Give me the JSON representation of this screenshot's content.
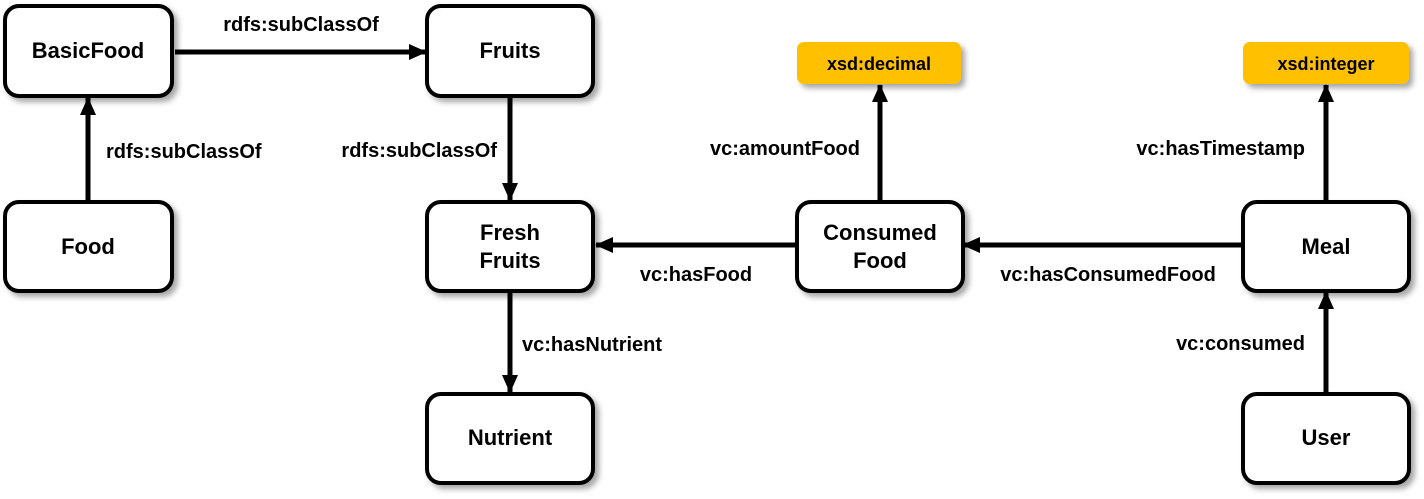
{
  "colors": {
    "node_fill": "#ffffff",
    "node_stroke": "#000000",
    "literal_fill": "#ffc000",
    "edge": "#000000"
  },
  "nodes": {
    "basicfood": {
      "lines": [
        "BasicFood"
      ]
    },
    "fruits": {
      "lines": [
        "Fruits"
      ]
    },
    "food": {
      "lines": [
        "Food"
      ]
    },
    "freshfruits": {
      "lines": [
        "Fresh",
        "Fruits"
      ]
    },
    "nutrient": {
      "lines": [
        "Nutrient"
      ]
    },
    "consumedfood": {
      "lines": [
        "Consumed",
        "Food"
      ]
    },
    "meal": {
      "lines": [
        "Meal"
      ]
    },
    "user": {
      "lines": [
        "User"
      ]
    }
  },
  "literals": {
    "decimal": {
      "label": "xsd:decimal"
    },
    "integer": {
      "label": "xsd:integer"
    }
  },
  "edges": {
    "basicfood_fruits": {
      "label": "rdfs:subClassOf"
    },
    "food_basicfood": {
      "label": "rdfs:subClassOf"
    },
    "fruits_freshfruits": {
      "label": "rdfs:subClassOf"
    },
    "freshfruits_nutrient": {
      "label": "vc:hasNutrient"
    },
    "consumedfood_freshfruits": {
      "label": "vc:hasFood"
    },
    "consumedfood_decimal": {
      "label": "vc:amountFood"
    },
    "meal_consumedfood": {
      "label": "vc:hasConsumedFood"
    },
    "meal_integer": {
      "label": "vc:hasTimestamp"
    },
    "user_meal": {
      "label": "vc:consumed"
    }
  }
}
